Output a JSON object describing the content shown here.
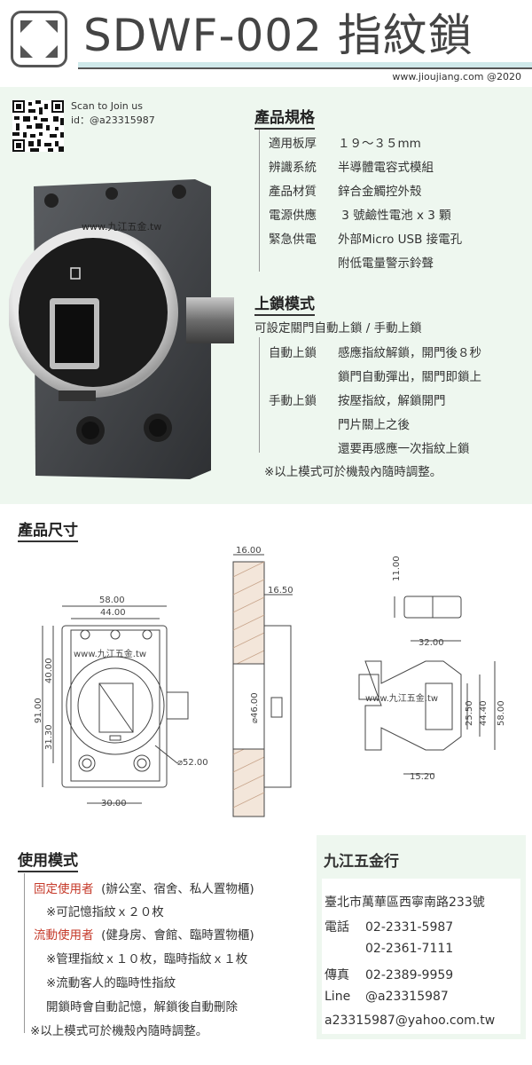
{
  "header": {
    "title": "SDWF-002 指紋鎖",
    "url": "www.jioujiang.com  @2020"
  },
  "qr": {
    "line1": "Scan to Join us",
    "line2": "id：@a23315987"
  },
  "spec": {
    "heading": "產品規格",
    "rows": [
      {
        "label": "適用板厚",
        "value": "１９～３５mm"
      },
      {
        "label": "辨識系統",
        "value": "半導體電容式模組"
      },
      {
        "label": "產品材質",
        "value": "鋅合金觸控外殼"
      },
      {
        "label": "電源供應",
        "value": " 3 號鹼性電池 x 3 顆"
      },
      {
        "label": "緊急供電",
        "value": "外部Micro USB 接電孔"
      }
    ],
    "extra": "附低電量警示鈴聲"
  },
  "lockmode": {
    "heading": "上鎖模式",
    "intro": "可設定關門自動上鎖 / 手動上鎖",
    "auto_label": "自動上鎖",
    "auto_l1": "感應指紋解鎖，開門後８秒",
    "auto_l2": "鎖門自動彈出，關門即鎖上",
    "manual_label": "手動上鎖",
    "manual_l1": "按壓指紋，解鎖開門",
    "manual_l2": "門片關上之後",
    "manual_l3": "還要再感應一次指紋上鎖",
    "note": "※以上模式可於機殼內隨時調整。"
  },
  "watermark": "www.九江五金.tw",
  "dims": {
    "heading": "產品尺寸",
    "d58": "58.00",
    "d44": "44.00",
    "d40": "40.00",
    "d91": "91.00",
    "d31": "31.30",
    "d30": "30.00",
    "d52": "⌀52.00",
    "d16": "16.00",
    "d165": "16.50",
    "d46": "⌀46.00",
    "d11": "11.00",
    "d32": "32.00",
    "d255": "25.50",
    "d444": "44.40",
    "d58b": "58.00",
    "d152": "15.20"
  },
  "usage": {
    "heading": "使用模式",
    "fixed_label": "固定使用者",
    "fixed_desc": "(辦公室、宿舍、私人置物櫃)",
    "fixed_note": "※可記憶指紋ｘ２０枚",
    "mobile_label": "流動使用者",
    "mobile_desc": "(健身房、會館、臨時置物櫃)",
    "mobile_note1": "※管理指紋ｘ１０枚，臨時指紋ｘ１枚",
    "mobile_note2": "※流動客人的臨時性指紋",
    "mobile_note3": "開鎖時會自動記憶，解鎖後自動刪除",
    "note": "※以上模式可於機殼內隨時調整。"
  },
  "shop": {
    "name": "九江五金行",
    "address": "臺北市萬華區西寧南路233號",
    "tel_label": "電話",
    "tel1": "02-2331-5987",
    "tel2": "02-2361-7111",
    "fax_label": "傳真",
    "fax": "02-2389-9959",
    "line_label": "Line",
    "line": "@a23315987",
    "email": "a23315987@yahoo.com.tw"
  },
  "colors": {
    "accent": "#c63b2b",
    "band": "#eef7ef",
    "header_line": "#cfe9ea"
  }
}
